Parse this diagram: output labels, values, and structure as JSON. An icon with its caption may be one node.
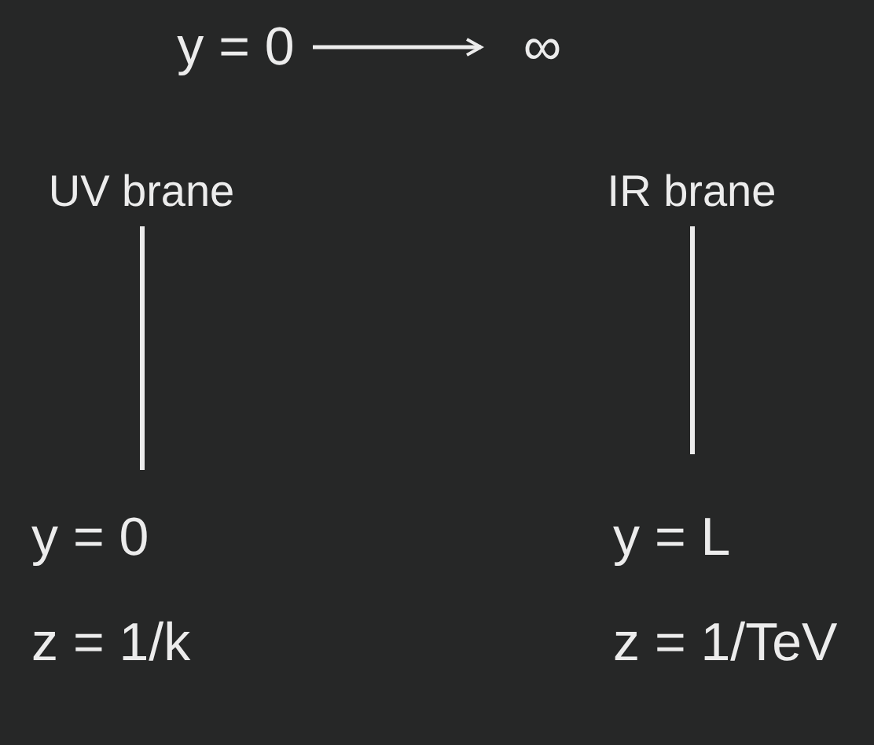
{
  "diagram": {
    "nodes": [
      {
        "text": [
          "y = 0"
        ]
      },
      {
        "text": [
          "∞"
        ]
      },
      {
        "text": [
          "UV brane"
        ]
      },
      {
        "text": [
          "IR brane"
        ]
      }
    ],
    "edges": [
      {
        "from": 0,
        "to": 1,
        "arrow": "to"
      }
    ],
    "labels": [
      "y = 0",
      "z = 1/k",
      "y = L",
      "z = 1/TeV"
    ]
  }
}
